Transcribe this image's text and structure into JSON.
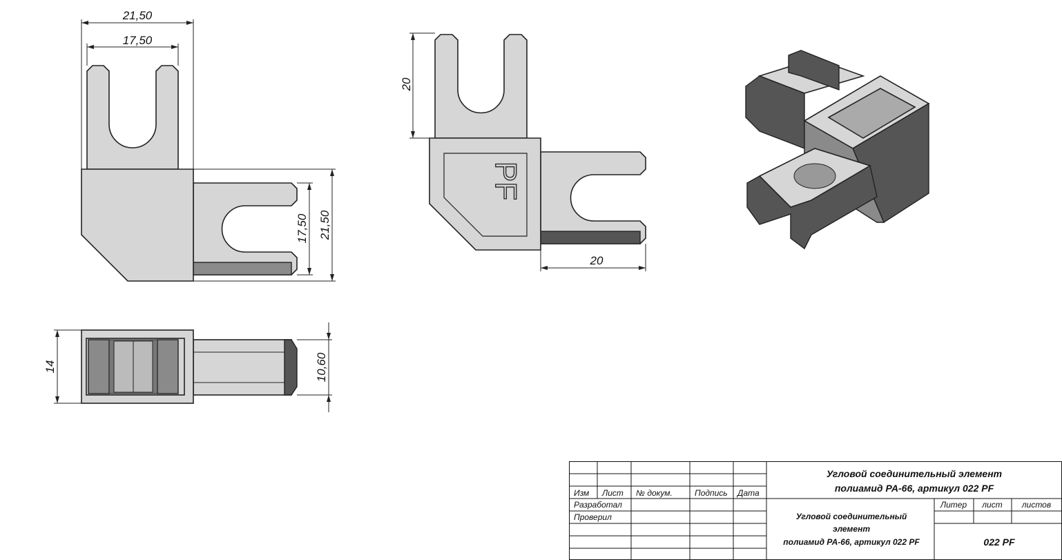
{
  "dimensions": {
    "front_width_outer": "21,50",
    "front_width_inner": "17,50",
    "front_side_inner": "17,50",
    "front_side_outer": "21,50",
    "side_fork_height": "20",
    "side_fork_length": "20",
    "bottom_height": "14",
    "bottom_bar_height": "10,60"
  },
  "part_marking": "PF",
  "title_block": {
    "headers": [
      "Изм",
      "Лист",
      "№ докум.",
      "Подпись",
      "Дата"
    ],
    "developed_label": "Разработал",
    "checked_label": "Проверил",
    "title_line1": "Угловой соединительный элемент",
    "title_line2": "полиамид РА-66, артикул 022 PF",
    "name_line1": "Угловой соединительный",
    "name_line2": "элемент",
    "name_line3": "полиамид РА-66, артикул 022 PF",
    "liter_label": "Литер",
    "sheet_label": "лист",
    "sheets_label": "листов",
    "designation": "022 PF"
  }
}
